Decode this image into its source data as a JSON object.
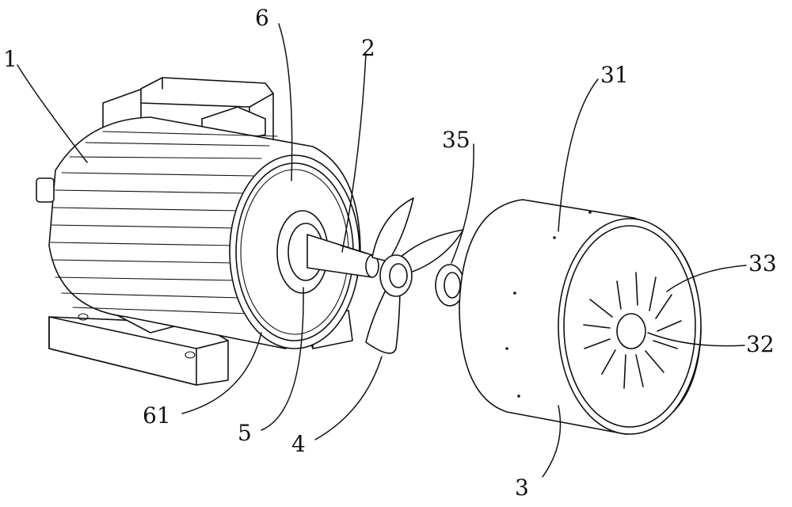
{
  "labels": {
    "l1": "1",
    "l2": "2",
    "l3": "3",
    "l4": "4",
    "l5": "5",
    "l6": "6",
    "l31": "31",
    "l32": "32",
    "l33": "33",
    "l35": "35",
    "l61": "61"
  },
  "colors": {
    "line": "#111111",
    "background": "#ffffff"
  }
}
